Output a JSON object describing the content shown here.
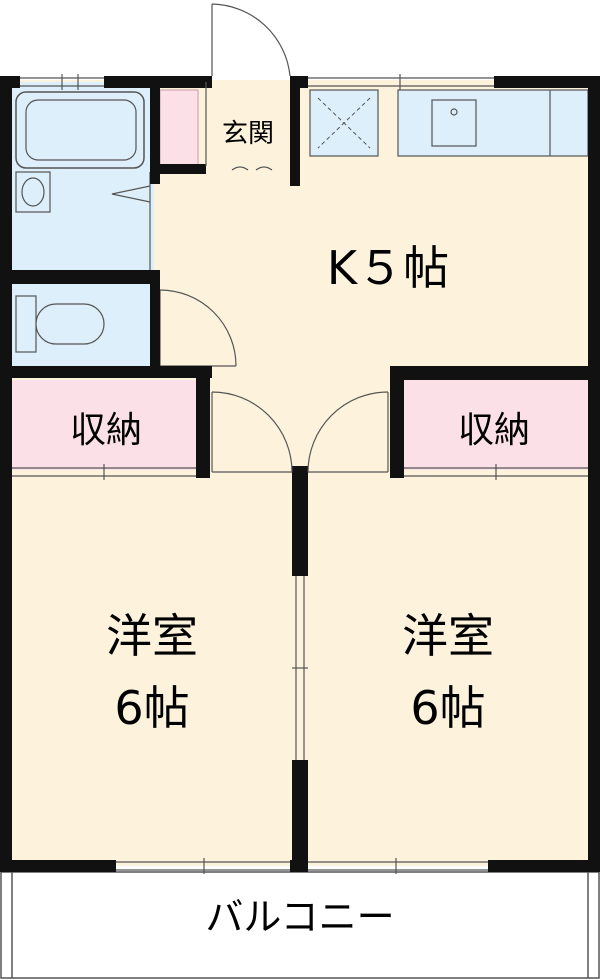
{
  "rooms": {
    "genkan": "玄関",
    "kitchen": "K５帖",
    "storage_left": "収納",
    "storage_right": "収納",
    "west_room_name": "洋室",
    "west_room_size": "6帖",
    "east_room_name": "洋室",
    "east_room_size": "6帖",
    "balcony": "バルコニー"
  },
  "colors": {
    "floor": "#fdf3dd",
    "wet_area": "#dceffa",
    "storage": "#fbe1e7",
    "wall": "#111111",
    "balcony": "#ffffff"
  }
}
